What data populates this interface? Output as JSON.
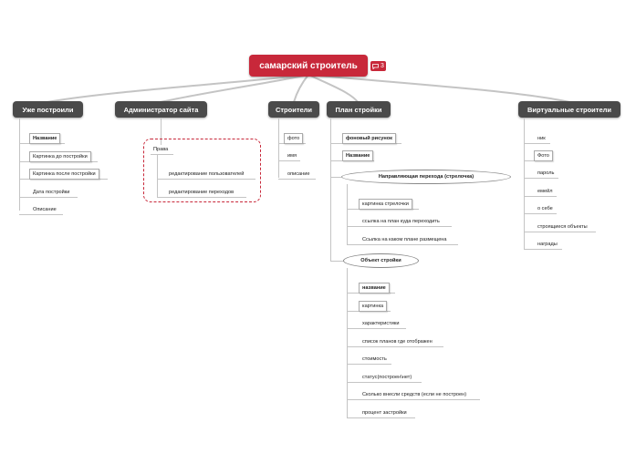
{
  "root": {
    "label": "самарский строитель",
    "badge_count": "3"
  },
  "branches": [
    {
      "label": "Уже построили",
      "items": [
        "Название",
        "Картинка до постройки",
        "Картинка после постройки",
        "Дата постройки",
        "Описание"
      ]
    },
    {
      "label": "Администратор сайта",
      "group_label": "Права",
      "items": [
        "редактирование пользователей",
        "редактирование переходов"
      ]
    },
    {
      "label": "Строители",
      "items": [
        "фото",
        "имя",
        "описание"
      ]
    },
    {
      "label": "План стройки",
      "items": [
        "фоновый рисунок",
        "Название"
      ],
      "sub1": {
        "label": "Направляющая перехода (стрелочка)",
        "items": [
          "картинка стрелочки",
          "ссылка на план куда переходить",
          "Ссылка на каком плане размещена"
        ]
      },
      "sub2": {
        "label": "Объект стройки",
        "items": [
          "название",
          "картинка",
          "характеристики",
          "список планов где отображен",
          "стоимость",
          "статус(построен\\нет)",
          "Сколько внесли средств (если не построен)",
          "процент застройки"
        ]
      }
    },
    {
      "label": "Виртуальные строители",
      "items": [
        "ник",
        "Фото",
        "пароль",
        "емейл",
        "о себе",
        "строящиеся объекты",
        "награды"
      ]
    }
  ]
}
